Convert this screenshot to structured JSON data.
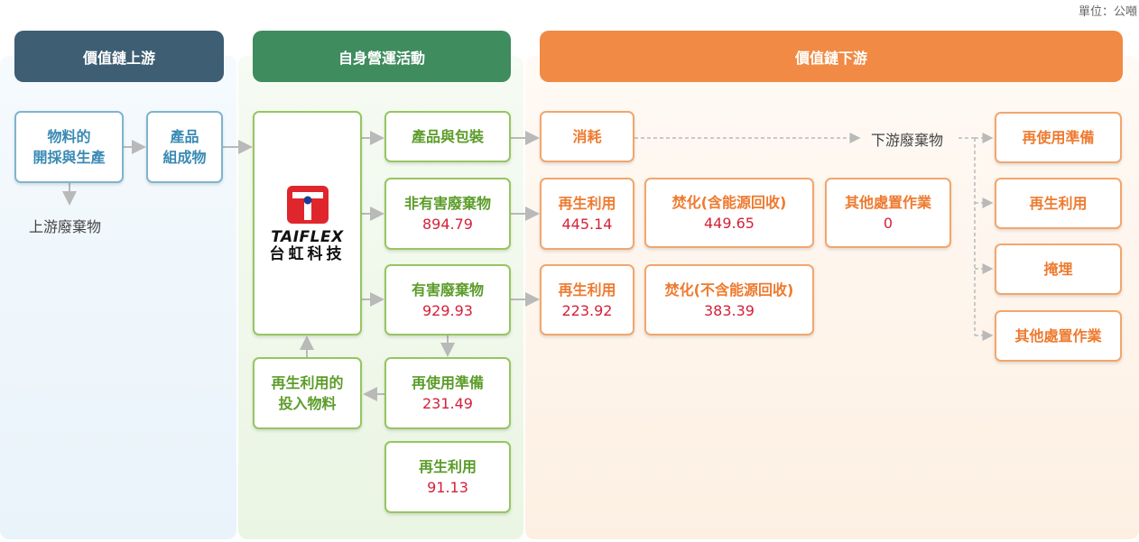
{
  "unit": "單位：公噸",
  "headers": {
    "upstream": "價值鏈上游",
    "operations": "自身營運活動",
    "downstream": "價值鏈下游"
  },
  "upstream": {
    "materials": "物料的\n開採與生產",
    "components": "產品\n組成物",
    "waste": "上游廢棄物"
  },
  "operations": {
    "logo_mark": "TAIFLEX",
    "logo_cn": "台虹科技",
    "products": "產品與包裝",
    "non_hazardous": {
      "label": "非有害廢棄物",
      "value": "894.79"
    },
    "hazardous": {
      "label": "有害廢棄物",
      "value": "929.93"
    },
    "reuse_prep": {
      "label": "再使用準備",
      "value": "231.49"
    },
    "recycling": {
      "label": "再生利用",
      "value": "91.13"
    },
    "recycled_input": "再生利用的\n投入物料"
  },
  "downstream": {
    "consumption": "消耗",
    "downstream_waste": "下游廢棄物",
    "nh_recycling": {
      "label": "再生利用",
      "value": "445.14"
    },
    "nh_incineration": {
      "label": "焚化(含能源回收)",
      "value": "449.65"
    },
    "nh_other": {
      "label": "其他處置作業",
      "value": "0"
    },
    "h_recycling": {
      "label": "再生利用",
      "value": "223.92"
    },
    "h_incineration": {
      "label": "焚化(不含能源回收)",
      "value": "383.39"
    },
    "options": [
      "再使用準備",
      "再生利用",
      "掩埋",
      "其他處置作業"
    ]
  },
  "colors": {
    "upstream_header": "#3d5e73",
    "operations_header": "#3f8c5e",
    "downstream_header": "#f08a44",
    "value_red": "#d4213a",
    "logo_red": "#e0262d"
  }
}
